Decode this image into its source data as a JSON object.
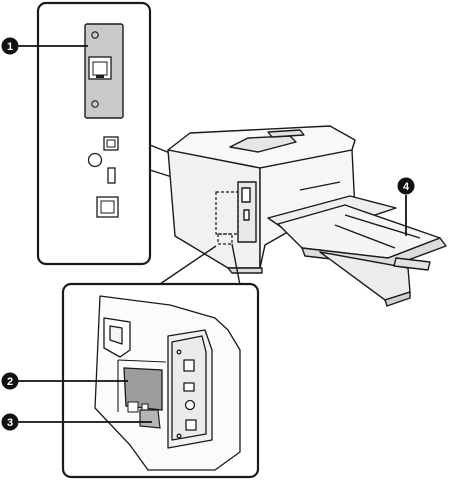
{
  "callouts": [
    {
      "id": "1",
      "label": "1"
    },
    {
      "id": "2",
      "label": "2"
    },
    {
      "id": "3",
      "label": "3"
    },
    {
      "id": "4",
      "label": "4"
    }
  ],
  "colors": {
    "line": "#1a1a1a",
    "panel_gray": "#c8c8c8",
    "panel_dark": "#8c8c8c",
    "printer_body": "#f4f4f4",
    "callout_fill": "#111111"
  },
  "icons": [
    "lan-port-icon",
    "usb-port-icon",
    "phone-line-port-icon",
    "screw-icon"
  ]
}
